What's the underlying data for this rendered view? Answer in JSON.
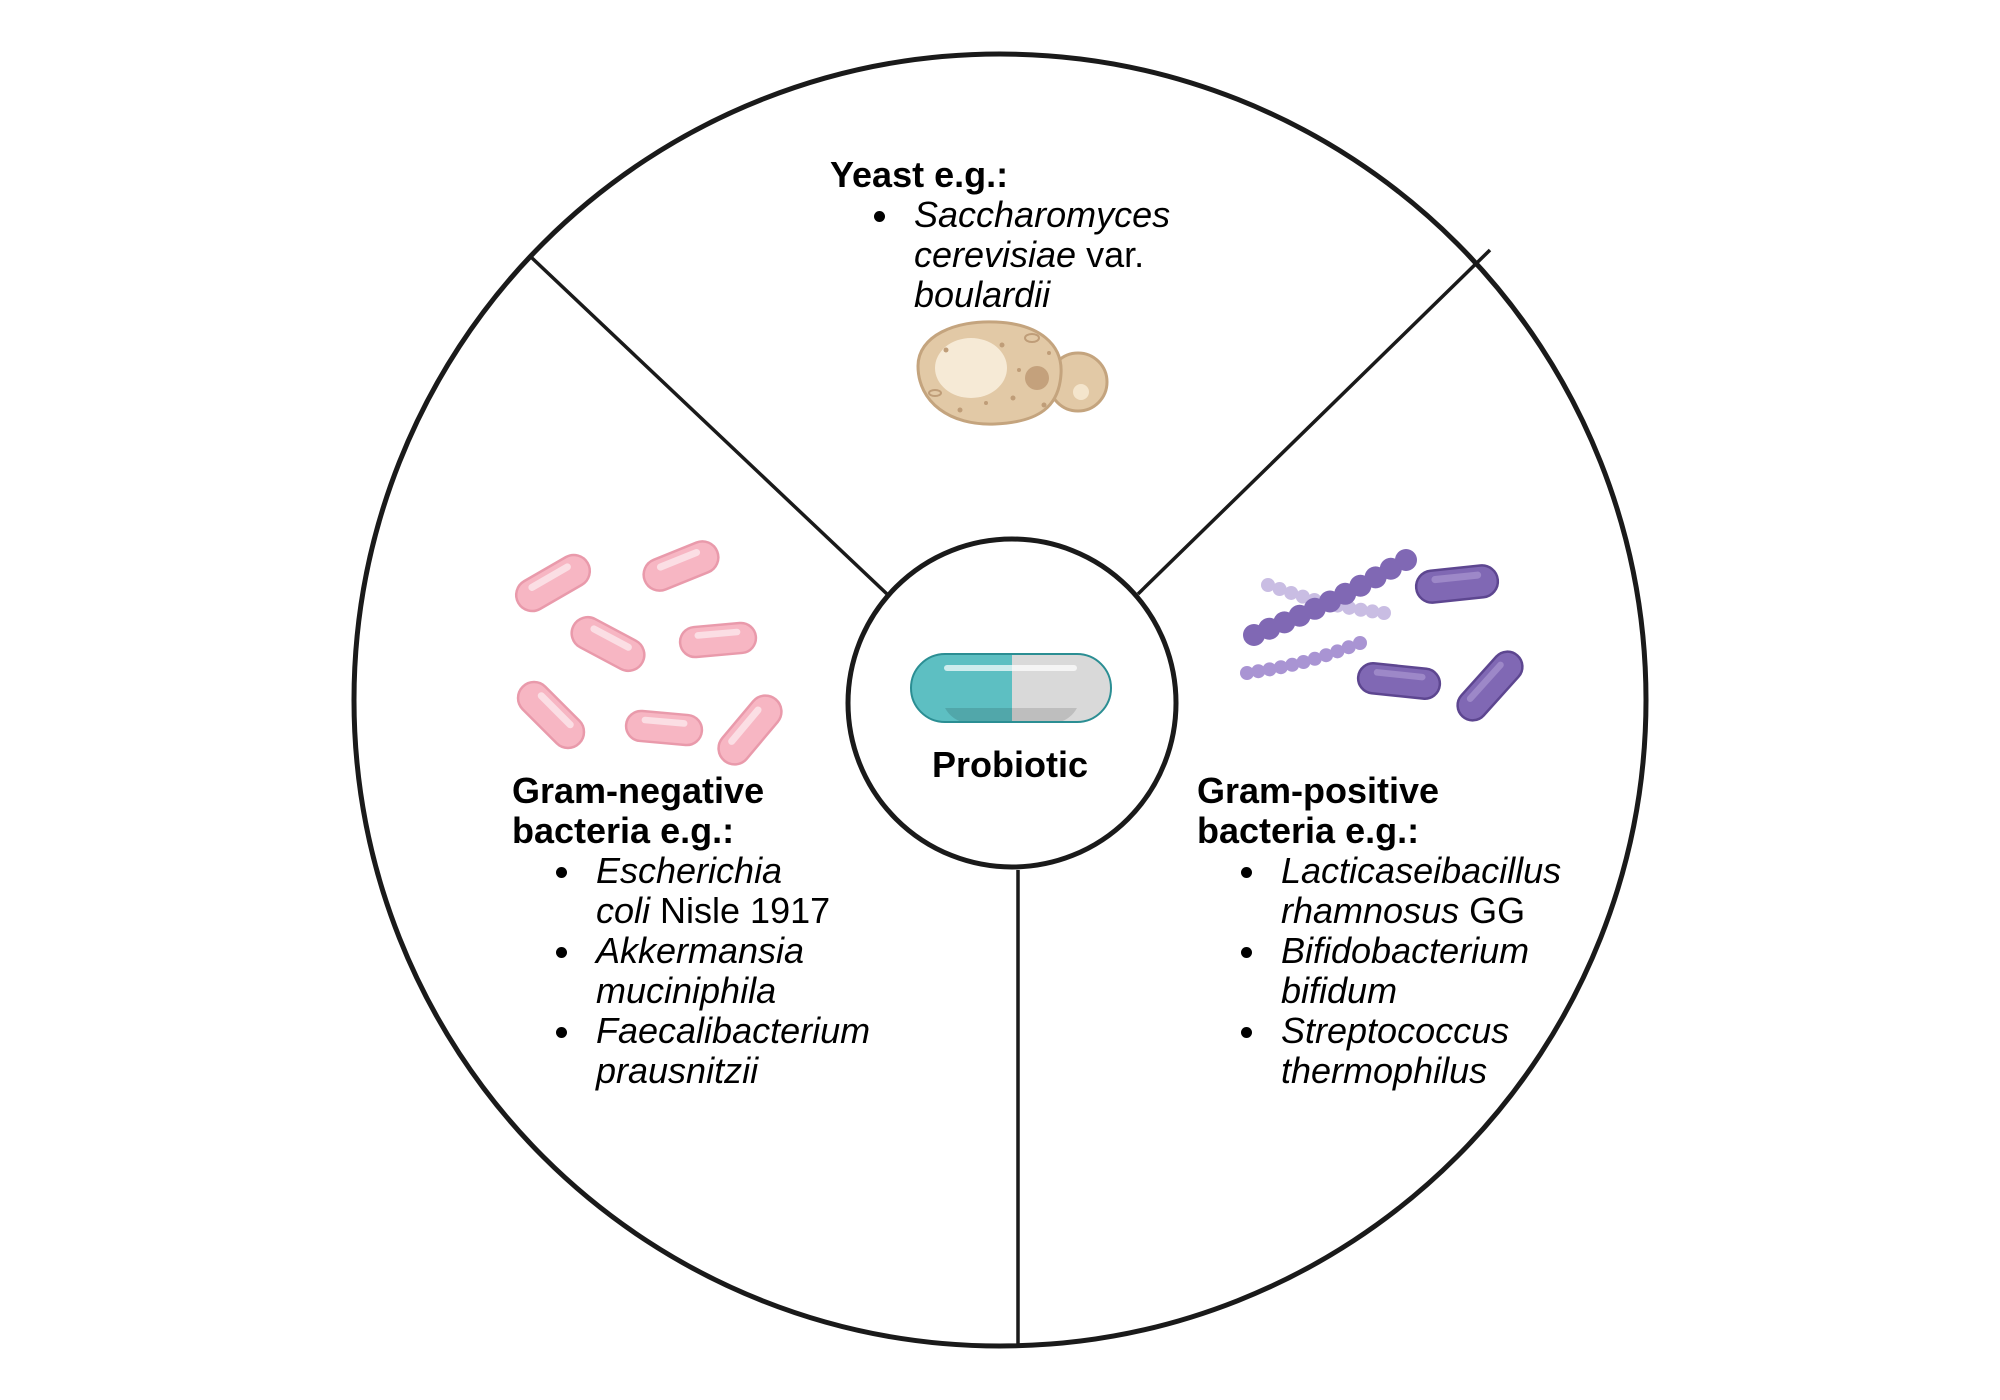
{
  "center": {
    "label": "Probiotic"
  },
  "yeast": {
    "heading": "Yeast e.g.:",
    "species": [
      {
        "lines": [
          {
            "italic": "Saccharomyces",
            "plain": ""
          },
          {
            "italic": "cerevisiae",
            "plain": " var."
          },
          {
            "italic": "boulardii",
            "plain": ""
          }
        ]
      }
    ]
  },
  "gram_negative": {
    "heading_lines": [
      "Gram-negative",
      "bacteria e.g.:"
    ],
    "species": [
      {
        "lines": [
          {
            "italic": "Escherichia",
            "plain": ""
          },
          {
            "italic": "coli",
            "plain": " Nisle 1917"
          }
        ]
      },
      {
        "lines": [
          {
            "italic": "Akkermansia",
            "plain": ""
          },
          {
            "italic": "muciniphila",
            "plain": ""
          }
        ]
      },
      {
        "lines": [
          {
            "italic": "Faecalibacterium",
            "plain": ""
          },
          {
            "italic": "prausnitzii",
            "plain": ""
          }
        ]
      }
    ]
  },
  "gram_positive": {
    "heading_lines": [
      "Gram-positive",
      "bacteria e.g.:"
    ],
    "species": [
      {
        "lines": [
          {
            "italic": "Lacticaseibacillus",
            "plain": ""
          },
          {
            "italic": "rhamnosus",
            "plain": " GG"
          }
        ]
      },
      {
        "lines": [
          {
            "italic": "Bifidobacterium",
            "plain": ""
          },
          {
            "italic": "bifidum",
            "plain": ""
          }
        ]
      },
      {
        "lines": [
          {
            "italic": "Streptococcus",
            "plain": ""
          },
          {
            "italic": "thermophilus",
            "plain": ""
          }
        ]
      }
    ]
  },
  "colors": {
    "outline": "#1a1a1a",
    "capsule_teal": "#5dbfc2",
    "capsule_grey": "#d9d9d9",
    "yeast_fill": "#e2c9a6",
    "gram_negative_fill": "#f7b6c3",
    "gram_positive_fill": "#8068b4"
  },
  "icons": [
    "capsule-icon",
    "yeast-cell-icon",
    "rod-bacteria-icon",
    "cocci-chain-icon"
  ]
}
